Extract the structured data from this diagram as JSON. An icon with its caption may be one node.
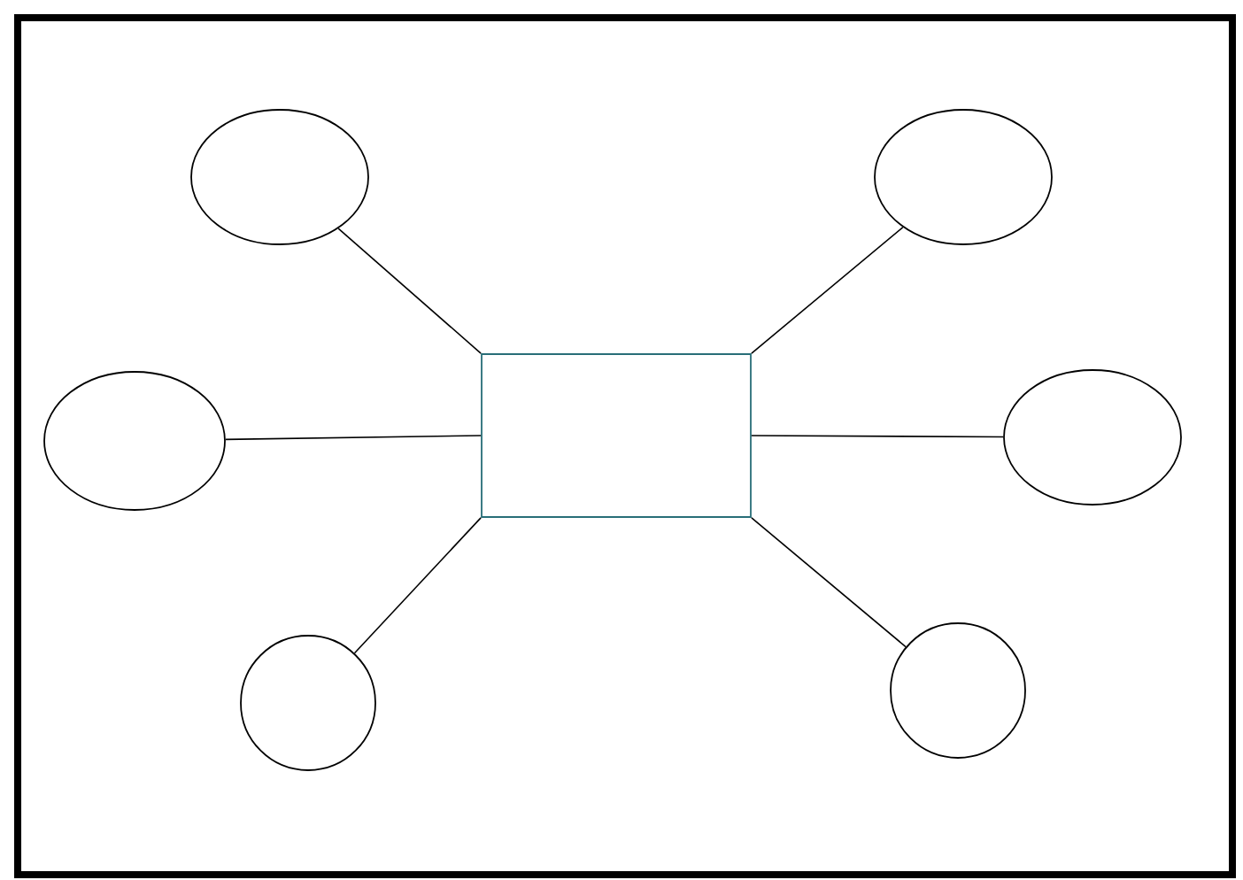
{
  "diagram": {
    "nodes": [
      {
        "text": [],
        "shape": "ellipse"
      },
      {
        "text": [],
        "shape": "ellipse"
      },
      {
        "text": [],
        "shape": "ellipse"
      },
      {
        "text": [],
        "shape": "box"
      },
      {
        "text": [],
        "shape": "ellipse"
      },
      {
        "text": [],
        "shape": "ellipse"
      },
      {
        "text": [],
        "shape": "ellipse"
      }
    ],
    "edges": [
      {
        "from": 3,
        "to": 0,
        "arrow": "none"
      },
      {
        "from": 3,
        "to": 1,
        "arrow": "none"
      },
      {
        "from": 3,
        "to": 2,
        "arrow": "none"
      },
      {
        "from": 3,
        "to": 4,
        "arrow": "none"
      },
      {
        "from": 3,
        "to": 5,
        "arrow": "none"
      },
      {
        "from": 3,
        "to": 6,
        "arrow": "none"
      }
    ]
  }
}
